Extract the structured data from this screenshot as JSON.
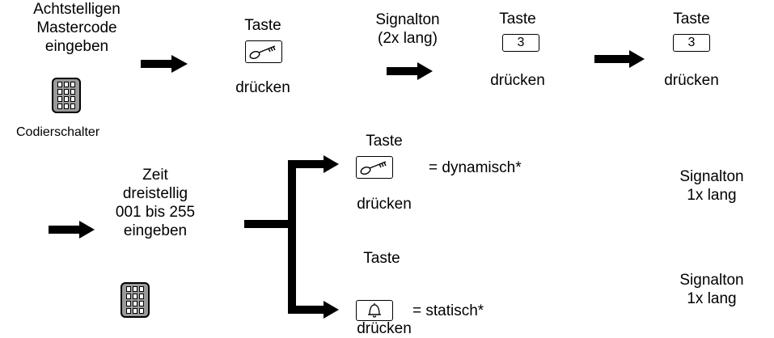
{
  "step1": {
    "line1": "Achtstelligen",
    "line2": "Mastercode",
    "line3": "eingeben",
    "switch_label": "Codierschalter"
  },
  "step2": {
    "title": "Taste",
    "action": "drücken"
  },
  "signal1": {
    "line1": "Signalton",
    "line2": "(2x lang)"
  },
  "step3": {
    "title": "Taste",
    "key": "3",
    "action": "drücken"
  },
  "step4": {
    "title": "Taste",
    "key": "3",
    "action": "drücken"
  },
  "time": {
    "line1": "Zeit",
    "line2": "dreistellig",
    "line3": "001 bis 255",
    "line4": "eingeben"
  },
  "branch_dynamic": {
    "title": "Taste",
    "mode": "= dynamisch*",
    "action": "drücken",
    "signal1": "Signalton",
    "signal2": "1x lang"
  },
  "branch_static": {
    "title": "Taste",
    "mode": "= statisch*",
    "action": "drücken",
    "signal1": "Signalton",
    "signal2": "1x lang"
  }
}
